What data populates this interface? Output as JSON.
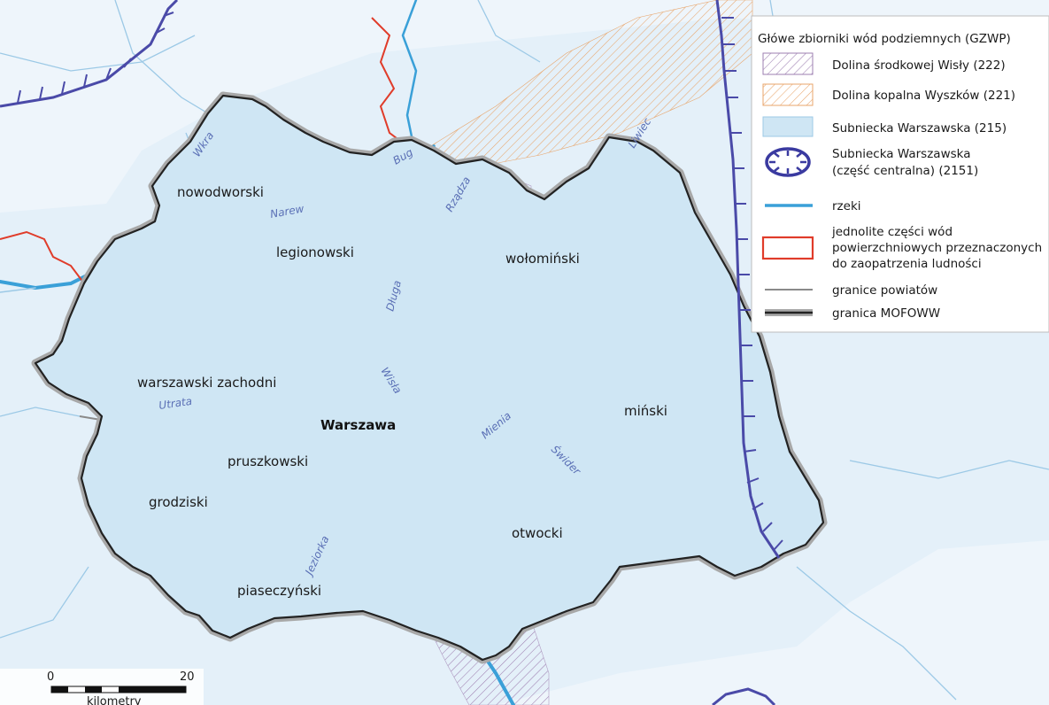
{
  "legend": {
    "title": "Główe zbiorniki wód podziemnych (GZWP)",
    "items": [
      {
        "key": "wisla",
        "lines": [
          "Dolina środkowej Wisły (222)"
        ]
      },
      {
        "key": "wyszkow",
        "lines": [
          "Dolina kopalna Wyszków (221)"
        ]
      },
      {
        "key": "subniecka",
        "lines": [
          "Subniecka Warszawska (215)"
        ]
      },
      {
        "key": "centralna",
        "lines": [
          "Subniecka Warszawska",
          "(część centralna) (2151)"
        ]
      },
      {
        "key": "rzeki",
        "lines": [
          "rzeki"
        ]
      },
      {
        "key": "jcwp",
        "lines": [
          "jednolite części wód",
          "powierzchniowych przeznaczonych",
          "do zaopatrzenia ludności"
        ]
      },
      {
        "key": "powiaty",
        "lines": [
          "granice powiatów"
        ]
      },
      {
        "key": "mofoww",
        "lines": [
          "granica MOFOWW"
        ]
      }
    ]
  },
  "counties": {
    "nowodworski": "nowodworski",
    "legionowski": "legionowski",
    "wolominski": "wołomiński",
    "warszawski_zachodni": "warszawski zachodni",
    "warszawa": "Warszawa",
    "minski": "miński",
    "pruszkowski": "pruszkowski",
    "grodziski": "grodziski",
    "otwocki": "otwocki",
    "piaseczynski": "piaseczyński"
  },
  "rivers": {
    "wkra": "Wkra",
    "narew": "Narew",
    "bug": "Bug",
    "rzadza": "Rządza",
    "liwiec": "Liwiec",
    "dluga": "Długa",
    "wisla": "Wisła",
    "utrata": "Utrata",
    "mienia": "Mienia",
    "swider": "Świder",
    "jeziorka": "Jeziorka"
  },
  "scale": {
    "start": "0",
    "end": "20",
    "unit": "kilometry"
  },
  "colors": {
    "background": "#ffffff",
    "aquifer_fill": "#cfe6f4",
    "outside_tint": "#e9f3fa",
    "wisla_hatch": "#9d7fb0",
    "wyszkow_hatch": "#e8a56b",
    "river": "#3aa0d8",
    "river_thin": "#9cc9e6",
    "jcwp_border": "#e03c2a",
    "county_border": "#8a8a8a",
    "mofoww_border": "#222222",
    "mofoww_halo": "#a8a8a8",
    "centralna_line": "#4a4aa8"
  }
}
